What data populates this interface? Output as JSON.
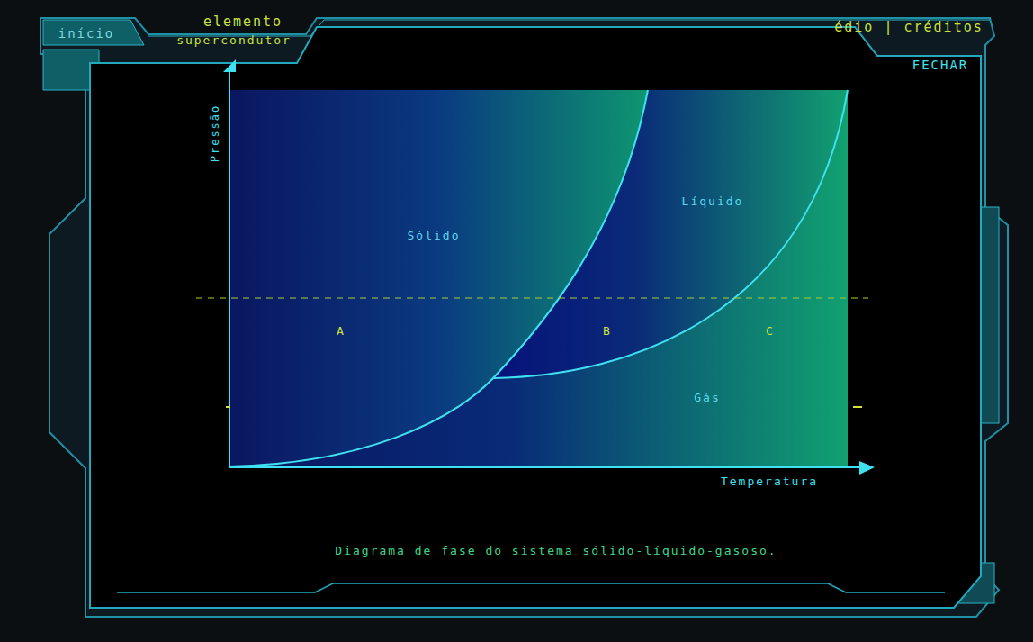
{
  "diagram": {
    "caption": "Diagrama de fase do sistema sólido-líquido-gasoso.",
    "labels": [
      "início",
      "elemento",
      "édio | créditos",
      "supercondutor",
      "FECHAR",
      "Pressão",
      "Temperatura",
      "Sólido",
      "Líquido",
      "Gás",
      "A",
      "B",
      "C"
    ]
  }
}
